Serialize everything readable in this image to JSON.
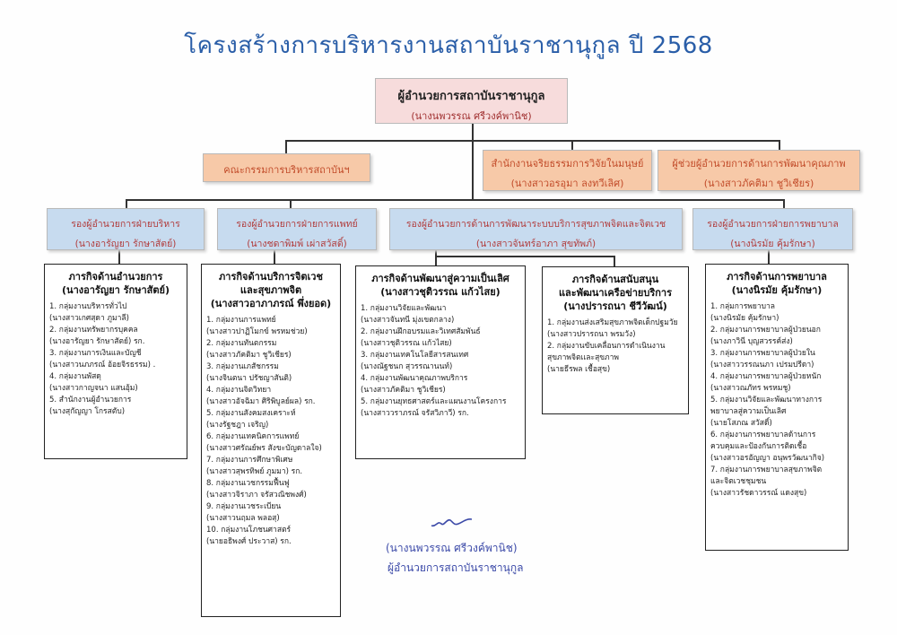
{
  "title": "โครงสร้างการบริหารงานสถาบันราชานุกูล ปี 2568",
  "director": {
    "title": "ผู้อำนวยการสถาบันราชานุกูล",
    "name": "(นางนพวรรณ ศรีวงค์พานิช)"
  },
  "committee": {
    "title": "คณะกรรมการบริหารสถาบันฯ"
  },
  "ethics": {
    "title": "สำนักงานจริยธรรมการวิจัยในมนุษย์",
    "name": "(นางสาวอรอุมา ลงทวีเลิศ)"
  },
  "assistant": {
    "title": "ผู้ช่วยผู้อำนวยการด้านการพัฒนาคุณภาพ",
    "name": "(นางสาวภัคติมา ชูวิเชียร)"
  },
  "deputies": [
    {
      "title": "รองผู้อำนวยการฝ่ายบริหาร",
      "name": "(นางอารัญยา รักษาสัตย์)"
    },
    {
      "title": "รองผู้อำนวยการฝ่ายการแพทย์",
      "name": "(นางชดาพิมพ์ เผ่าสวัสดิ์)"
    },
    {
      "title": "รองผู้อำนวยการด้านการพัฒนาระบบบริการสุขภาพจิตและจิตเวช",
      "name": "(นางสาวจันทร์อาภา สุขทัพภ์)"
    },
    {
      "title": "รองผู้อำนวยการฝ่ายการพยาบาล",
      "name": "(นางนิรมัย คุ้มรักษา)"
    }
  ],
  "tasks": [
    {
      "heading": [
        "ภารกิจด้านอำนวยการ",
        "(นางอารัญยา รักษาสัตย์)"
      ],
      "items": [
        [
          "1. กลุ่มงานบริหารทั่วไป",
          "(นางสาวเกศสุดา ภูมาลี)"
        ],
        [
          "2. กลุ่มงานทรัพยากรบุคคล",
          "(นางอารัญยา รักษาสัตย์) รก."
        ],
        [
          "3. กลุ่มงานการเงินและบัญชี",
          "(นางสาวนภภรณ์ อ้อยจิรธรรม) ."
        ],
        [
          "4. กลุ่มงานพัสดุ",
          "(นางสาวกาญจนา แสนอุ้ม)"
        ],
        [
          "5. สำนักงานผู้อำนวยการ",
          "(นางสุกัญญา โกรสตับ)"
        ]
      ]
    },
    {
      "heading": [
        "ภารกิจด้านบริการจิตเวช",
        "และสุขภาพจิต",
        "(นางสาวอาภาภรณ์ พึ่งยอด)"
      ],
      "items": [
        [
          "1. กลุ่มงานการแพทย์",
          "(นางสาวปาฏิโมกข์ พรหมช่วย)"
        ],
        [
          "2. กลุ่มงานทันตกรรม",
          "(นางสาวภัคติมา ชูวิเชียร)"
        ],
        [
          "3. กลุ่มงานเภสัชกรรม",
          "(นางจินตนา ปรัชญาสันติ)"
        ],
        [
          "4. กลุ่มงานจิตวิทยา",
          "(นางสาวอัจฉิมา ศิริพิบูลย์ผล) รก."
        ],
        [
          "5. กลุ่มงานสังคมสงเคราะห์",
          "(นางรัฐชฎา เจริญ)"
        ],
        [
          "6. กลุ่มงานเทคนิคการแพทย์",
          "(นางสาวศรัณย์พร สังขะบัญดาลใจ)"
        ],
        [
          "7. กลุ่มงานการศึกษาพิเศษ",
          "(นางสาวสุพรทิพย์ ภูมมา) รก."
        ],
        [
          "8. กลุ่มงานเวชกรรมฟื้นฟู",
          "(นางสาวจิราภา จรัสวณิชพงศ์)"
        ],
        [
          "9. กลุ่มงานเวชระเบียน",
          "(นางสาวนฤมล พลอสุ)"
        ],
        [
          "10. กลุ่มงานโภชนศาสตร์",
          "(นายอธิพงศ์ ประวาส) รก."
        ]
      ]
    },
    {
      "heading": [
        "ภารกิจด้านพัฒนาสู่ความเป็นเลิศ",
        "(นางสาวชุติวรรณ แก้วไสย)"
      ],
      "items": [
        [
          "1. กลุ่มงานวิจัยและพัฒนา",
          "(นางสาวจันทนี มุ่งเขตกลาง)"
        ],
        [
          "2. กลุ่มงานฝึกอบรมและวิเทศสัมพันธ์",
          "(นางสาวชุติวรรณ แก้วไสย)"
        ],
        [
          "3. กลุ่มงานเทคโนโลยีสารสนเทศ",
          "(นางณัฐชนก สุวรรณานนท์)"
        ],
        [
          "4. กลุ่มงานพัฒนาคุณภาพบริการ",
          "(นางสาวภัคติมา ชูวิเชียร)"
        ],
        [
          "5. กลุ่มงานยุทธศาสตร์และแผนงานโครงการ",
          "(นางสาววราภรณ์ จรัสวิภาวี) รก."
        ]
      ]
    },
    {
      "heading": [
        "ภารกิจด้านสนับสนุน",
        "และพัฒนาเครือข่ายบริการ",
        "(นางปรารถนา ชีวีวัฒน์)"
      ],
      "items": [
        [
          "1. กลุ่มงานส่งเสริมสุขภาพจิตเด็กปฐมวัย",
          "(นางสาวปรารถนา พรมวัง)"
        ],
        [
          "2. กลุ่มงานขับเคลื่อนการดำเนินงาน",
          "สุขภาพจิตเเละสุขภาพ",
          "(นายธีรพล เชื้อสุข)"
        ]
      ]
    },
    {
      "heading": [
        "ภารกิจด้านการพยาบาล",
        "(นางนิรมัย คุ้มรักษา)"
      ],
      "items": [
        [
          "1. กลุ่มการพยาบาล",
          "(นางนิรมัย คุ้มรักษา)"
        ],
        [
          "2. กลุ่มงานการพยาบาลผู้ป่วยนอก",
          "(นางภาวินี บุญสวรรค์ส่ง)"
        ],
        [
          "3. กลุ่มงานการพยาบาลผู้ป่วยใน",
          "(นางสาววรรณนภา เปรมปรีดา)"
        ],
        [
          "4. กลุ่มงานการพยาบาลผู้ป่วยหนัก",
          "(นางสาวณภัทร พรหมชู)"
        ],
        [
          "5. กลุ่มงานวิจัยและพัฒนาทางการ",
          "พยาบาลสู่ความเป็นเลิศ",
          "(นายโสภณ สวัสดิ์)"
        ],
        [
          "6. กลุ่มงานการพยาบาลด้านการ",
          "ควบคุมและป้องกันการติดเชื้อ",
          "(นางสาวอรอัญญา อนุพรวัฒนากิจ)"
        ],
        [
          "7. กลุ่มงานการพยาบาลสุขภาพจิต",
          "และจิตเวชชุมชน",
          "(นางสาวรัชดาวรรณ์ แดงสุข)"
        ]
      ]
    }
  ],
  "signature": {
    "name": "(นางนพวรรณ ศรีวงค์พานิช)",
    "position": "ผู้อำนวยการสถาบันราชานุกูล"
  }
}
